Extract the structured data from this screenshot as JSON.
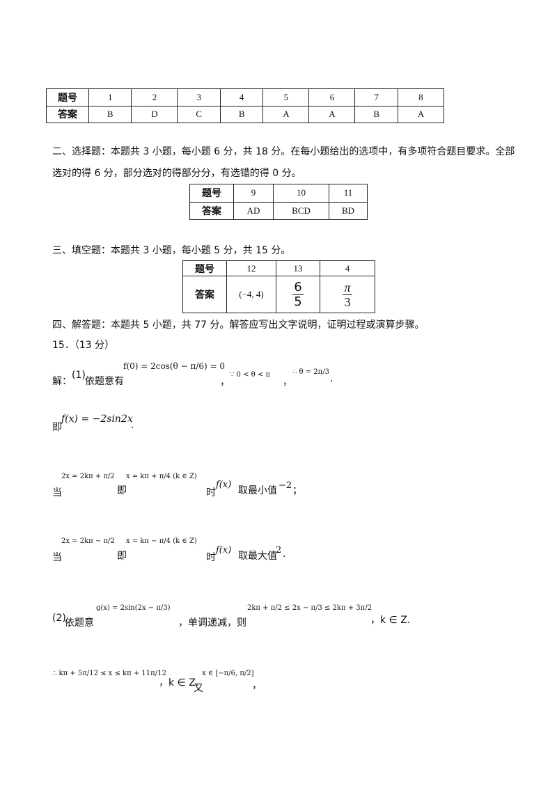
{
  "table1": {
    "header_label": "题号",
    "answer_label": "答案",
    "numbers": [
      "1",
      "2",
      "3",
      "4",
      "5",
      "6",
      "7",
      "8"
    ],
    "answers": [
      "B",
      "D",
      "C",
      "B",
      "A",
      "A",
      "B",
      "A"
    ]
  },
  "section2": {
    "line1": "二、选择题：本题共 3 小题，每小题 6 分，共 18 分。在每小题给出的选项中，有多项符合题目要求。全部",
    "line2": "选对的得 6 分，部分选对的得部分分，有选错的得 0 分。"
  },
  "table2": {
    "header_label": "题号",
    "answer_label": "答案",
    "numbers": [
      "9",
      "10",
      "11"
    ],
    "answers": [
      "AD",
      "BCD",
      "BD"
    ]
  },
  "section3": {
    "line1": "三、填空题：本题共 3 小题，每小题 5 分，共 15 分。"
  },
  "table3": {
    "header_label": "题号",
    "answer_label": "答案",
    "numbers": [
      "12",
      "13",
      "4"
    ],
    "answer1": "(−4, 4)",
    "answer2_num": "6",
    "answer2_den": "5",
    "answer3_num": "π",
    "answer3_den": "3"
  },
  "section4": {
    "line1": "四、解答题：本题共 5 小题，共 77 分。解答应写出文字说明，证明过程或演算步骤。"
  },
  "q15": {
    "title": "15．（13 分）",
    "l1_prefix": "解：",
    "l1_part": "(1)",
    "l1_text": "依题意有",
    "l1_eq": "f(0) = 2cos(θ − π/6) = 0",
    "l1_comma1": "，",
    "l1_cond": "∵ 0 < θ < π",
    "l1_comma2": "，",
    "l1_therefore": "∴ θ = 2π/3",
    "l1_end": ".",
    "l2_prefix": "即",
    "l2_eq": "f(x) = −2sin2x",
    "l2_end": ".",
    "l3_when": "当",
    "l3_eq1": "2x = 2kπ + π/2",
    "l3_ji": "即",
    "l3_eq2": "x = kπ + π/4 (k ∈ Z)",
    "l3_shi": "时",
    "l3_fx": "f(x)",
    "l3_text": "取最小值",
    "l3_val": "−2",
    "l3_end": "；",
    "l4_when": "当",
    "l4_eq1": "2x = 2kπ − π/2",
    "l4_ji": "即",
    "l4_eq2": "x = kπ − π/4 (k ∈ Z)",
    "l4_shi": "时",
    "l4_fx": "f(x)",
    "l4_text": "取最大值",
    "l4_val": "2",
    "l4_end": ".",
    "l5_part": "(2)",
    "l5_text": "依题意",
    "l5_eq": "g(x) = 2sin(2x − π/3)",
    "l5_mid": "，单调递减，则",
    "l5_ineq": "2kπ + π/2 ≤ 2x − π/3 ≤ 2kπ + 3π/2",
    "l5_end": "，k ∈ Z.",
    "l6_ineq": "∴ kπ + 5π/12 ≤ x ≤ kπ + 11π/12",
    "l6_kz": "，k ∈ Z.",
    "l6_you": "又",
    "l6_set": "x ∈ [−π/6, π/2]",
    "l6_end": "，"
  }
}
